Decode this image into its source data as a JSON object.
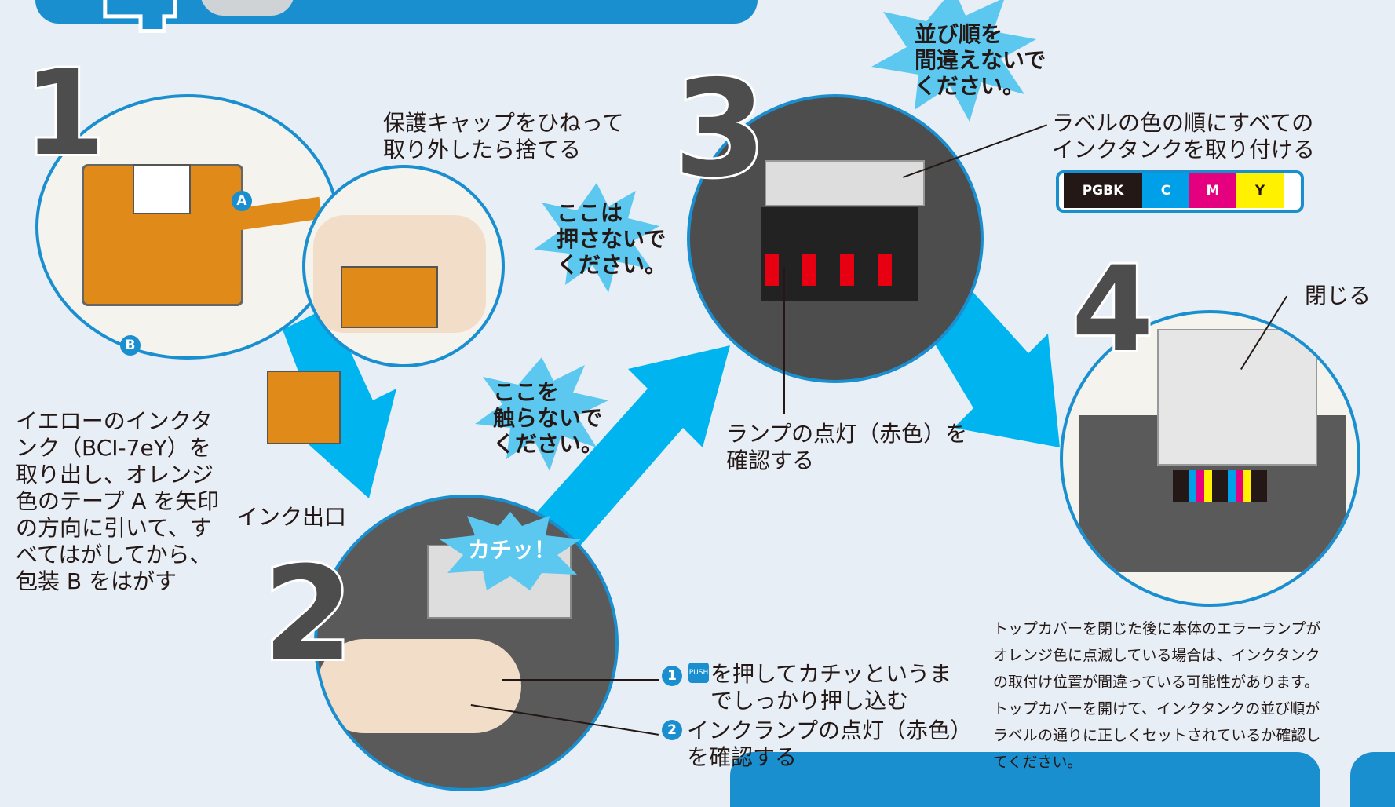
{
  "steps": {
    "s1": "1",
    "s2": "2",
    "s3": "3",
    "s4": "4",
    "s4top": "4"
  },
  "step1": {
    "main": "イエローのインクタ\nンク（BCI-7eY）を\n取り出し、オレンジ\n色のテープ A を矢印\nの方向に引いて、す\nべてはがしてから、\n包装 B をはがす",
    "marker_a": "A",
    "marker_b": "B",
    "cap_label": "保護キャップをひねって\n取り外したら捨てる",
    "ink_outlet": "インク出口",
    "burst_no_push": "ここは\n押さないで\nください。",
    "burst_no_touch": "ここを\n触らないで\nください。"
  },
  "step2": {
    "click_burst": "カチッ！",
    "item1_num": "1",
    "push_icon": "PUSH",
    "item1_text": "を押してカチッというま\nでしっかり押し込む",
    "item2_num": "2",
    "item2_text": "インクランプの点灯（赤色）\nを確認する"
  },
  "step3": {
    "burst_order": "並び順を\n間違えないで\nください。",
    "label_text": "ラベルの色の順にすべての\nインクタンクを取り付ける",
    "lamp_text": "ランプの点灯（赤色）を\n確認する",
    "color_label": [
      "PGBK",
      "C",
      "M",
      "Y"
    ],
    "colors": [
      "#231815",
      "#00a0e9",
      "#e4007f",
      "#fff100"
    ]
  },
  "step4": {
    "close": "閉じる",
    "note": "トップカバーを閉じた後に本体のエラーランプが\nオレンジ色に点滅している場合は、インクタンク\nの取付け位置が間違っている可能性があります。\nトップカバーを開けて、インクタンクの並び順が\nラベルの通りに正しくセットされているか確認し\nてください。"
  },
  "accent": "#1a8fd0"
}
